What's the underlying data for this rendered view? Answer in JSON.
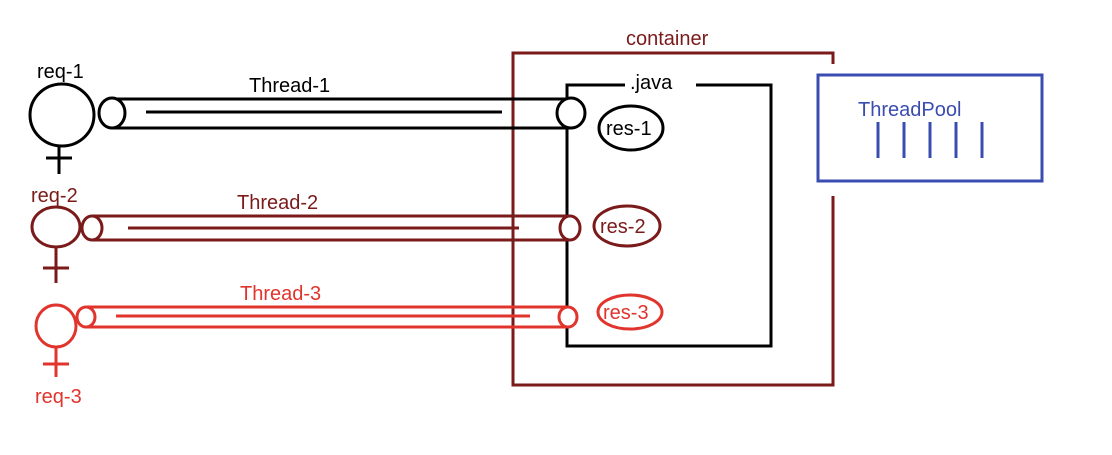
{
  "colors": {
    "black": "#000000",
    "maroon": "#7b1a1a",
    "red": "#e0342c",
    "blue": "#3b4cb0"
  },
  "container": {
    "label": "container"
  },
  "java_box": {
    "label": ".java"
  },
  "thread_pool": {
    "label": "ThreadPool",
    "slot_count": 5
  },
  "requests": [
    {
      "label": "req-1",
      "thread": "Thread-1",
      "response": "res-1"
    },
    {
      "label": "req-2",
      "thread": "Thread-2",
      "response": "res-2"
    },
    {
      "label": "req-3",
      "thread": "Thread-3",
      "response": "res-3"
    }
  ]
}
